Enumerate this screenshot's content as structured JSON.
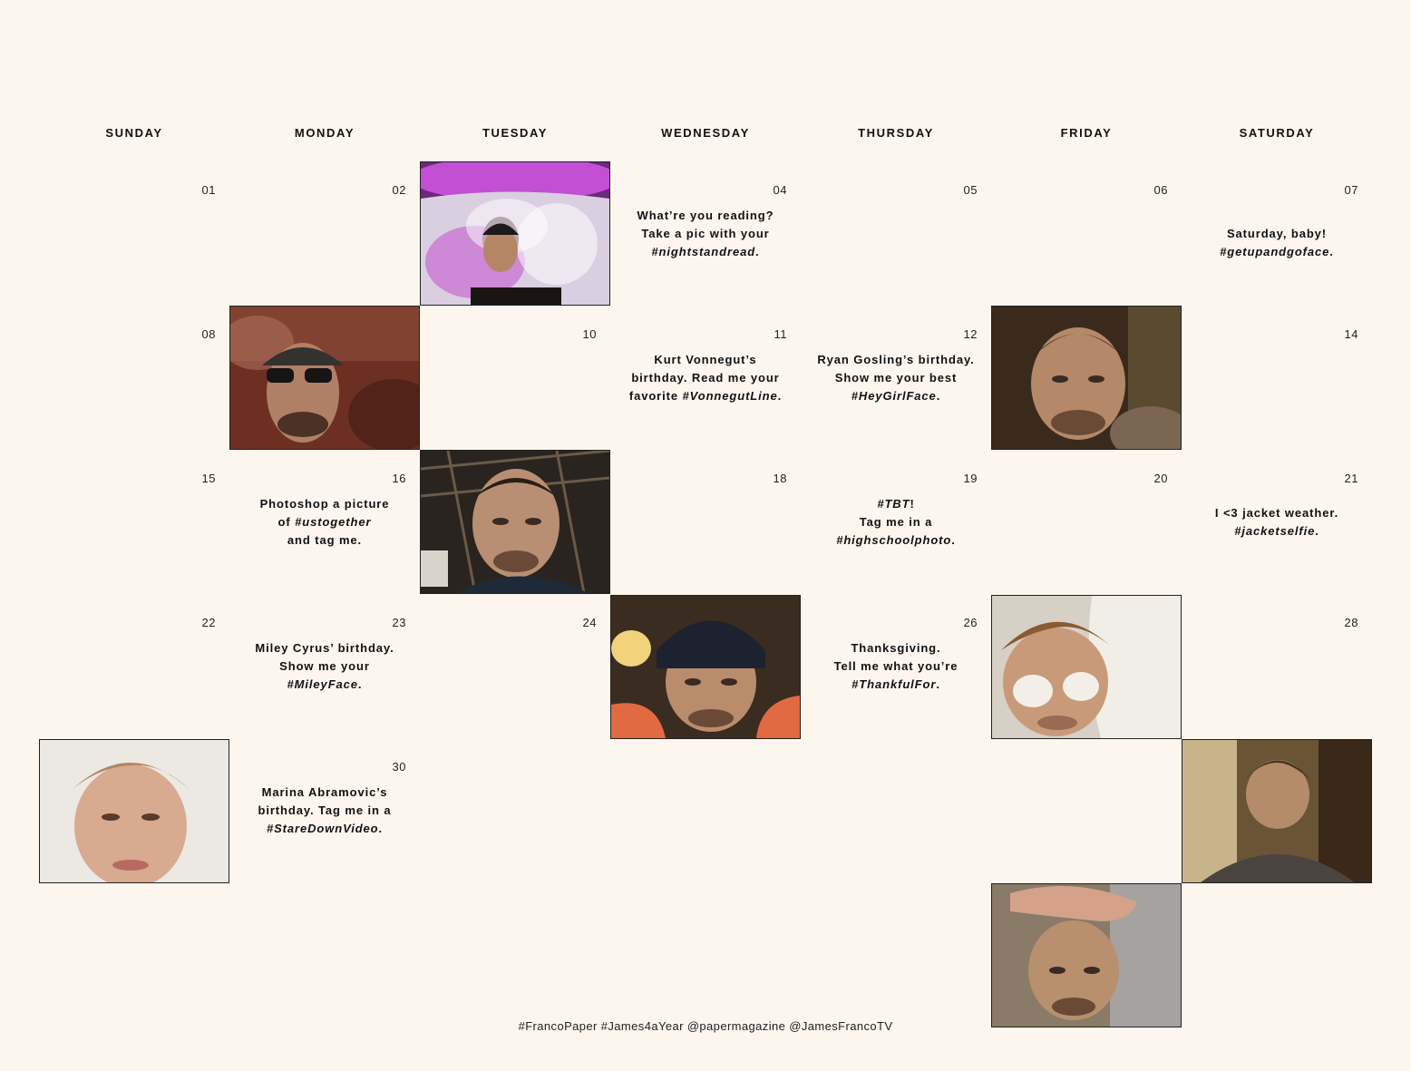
{
  "weekdays": [
    "SUNDAY",
    "MONDAY",
    "TUESDAY",
    "WEDNESDAY",
    "THURSDAY",
    "FRIDAY",
    "SATURDAY"
  ],
  "dates": {
    "d01": "01",
    "d02": "02",
    "d04": "04",
    "d05": "05",
    "d06": "06",
    "d07": "07",
    "d08": "08",
    "d10": "10",
    "d11": "11",
    "d12": "12",
    "d14": "14",
    "d15": "15",
    "d16": "16",
    "d18": "18",
    "d19": "19",
    "d20": "20",
    "d21": "21",
    "d22": "22",
    "d23": "23",
    "d24": "24",
    "d26": "26",
    "d28": "28",
    "d30": "30"
  },
  "notes": {
    "d04": {
      "l1": "What’re you reading?",
      "l2": "Take a pic with your",
      "tag": "#nightstandread",
      "end": "."
    },
    "d07": {
      "l1": "Saturday, baby!",
      "tag": "#getupandgoface",
      "end": "."
    },
    "d11": {
      "l1": "Kurt Vonnegut’s",
      "l2": "birthday. Read me your",
      "pre": "favorite ",
      "tag": "#VonnegutLine",
      "end": "."
    },
    "d12": {
      "l1": "Ryan Gosling’s birthday.",
      "l2": "Show me your best",
      "tag": "#HeyGirlFace",
      "end": "."
    },
    "d16": {
      "l1": "Photoshop a picture",
      "pre": "of ",
      "tag": "#ustogether",
      "l3": "and tag me."
    },
    "d19": {
      "tag": "#TBT",
      "end": "!",
      "l2": "Tag me in a",
      "tag2": "#highschoolphoto",
      "end2": "."
    },
    "d21": {
      "l1": "I <3 jacket weather.",
      "tag": "#jacketselfie",
      "end": "."
    },
    "d23": {
      "l1": "Miley Cyrus’ birthday.",
      "l2": "Show me your",
      "tag": "#MileyFace",
      "end": "."
    },
    "d26": {
      "l1": "Thanksgiving.",
      "l2": "Tell me what you’re",
      "tag": "#ThankfulFor",
      "end": "."
    },
    "d30": {
      "l1": "Marina Abramovic’s",
      "l2": "birthday. Tag me in a",
      "tag": "#StareDownVideo",
      "end": "."
    }
  },
  "footer": "#FrancoPaper #James4aYear @papermagazine @JamesFrancoTV",
  "colors": {
    "background": "#fdf6ee",
    "text": "#111111",
    "border": "#222222"
  }
}
